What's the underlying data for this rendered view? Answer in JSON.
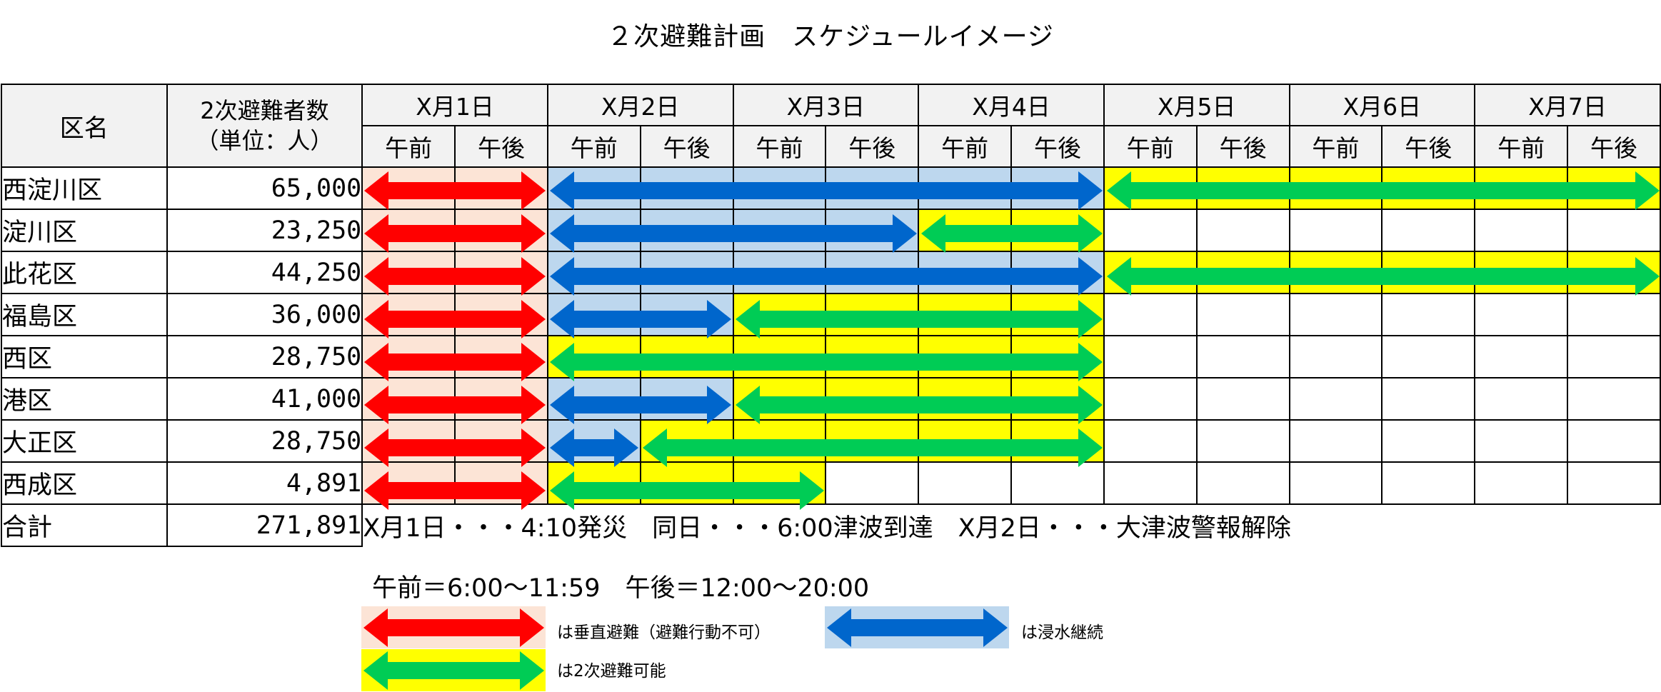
{
  "title": "２次避難計画　スケジュールイメージ",
  "table": {
    "col_ward": "区名",
    "col_count_line1": "2次避難者数",
    "col_count_line2": "（単位：人）",
    "days": [
      "X月1日",
      "X月2日",
      "X月3日",
      "X月4日",
      "X月5日",
      "X月6日",
      "X月7日"
    ],
    "am": "午前",
    "pm": "午後",
    "rows": [
      {
        "ward": "西淀川区",
        "count": "65,000",
        "phases": [
          [
            "red",
            0,
            2
          ],
          [
            "blue",
            2,
            8
          ],
          [
            "green",
            8,
            14
          ]
        ]
      },
      {
        "ward": "淀川区",
        "count": "23,250",
        "phases": [
          [
            "red",
            0,
            2
          ],
          [
            "blue",
            2,
            6
          ],
          [
            "green",
            6,
            8
          ]
        ]
      },
      {
        "ward": "此花区",
        "count": "44,250",
        "phases": [
          [
            "red",
            0,
            2
          ],
          [
            "blue",
            2,
            8
          ],
          [
            "green",
            8,
            14
          ]
        ]
      },
      {
        "ward": "福島区",
        "count": "36,000",
        "phases": [
          [
            "red",
            0,
            2
          ],
          [
            "blue",
            2,
            4
          ],
          [
            "green",
            4,
            8
          ]
        ]
      },
      {
        "ward": "西区",
        "count": "28,750",
        "phases": [
          [
            "red",
            0,
            2
          ],
          [
            "green",
            2,
            8
          ]
        ]
      },
      {
        "ward": "港区",
        "count": "41,000",
        "phases": [
          [
            "red",
            0,
            2
          ],
          [
            "blue",
            2,
            4
          ],
          [
            "green",
            4,
            8
          ]
        ]
      },
      {
        "ward": "大正区",
        "count": "28,750",
        "phases": [
          [
            "red",
            0,
            2
          ],
          [
            "blue",
            2,
            3
          ],
          [
            "green",
            3,
            8
          ]
        ]
      },
      {
        "ward": "西成区",
        "count": "4,891",
        "phases": [
          [
            "red",
            0,
            2
          ],
          [
            "green",
            2,
            5
          ]
        ]
      }
    ],
    "total_label": "合計",
    "total_count": "271,891",
    "note_line1": "X月1日・・・4:10発災　同日・・・6:00津波到達　X月2日・・・大津波警報解除",
    "note_line2": "午前＝6:00～11:59　午後＝12:00～20:00"
  },
  "legend": {
    "red_label": "は垂直避難（避難行動不可）",
    "blue_label": "は浸水継続",
    "green_label": "は2次避難可能"
  },
  "colors": {
    "red_bg": "#fce4d6",
    "red_arrow": "#ff0000",
    "blue_bg": "#bdd7ee",
    "blue_arrow": "#0066cc",
    "green_bg": "#ffff00",
    "green_arrow": "#00cc55"
  }
}
